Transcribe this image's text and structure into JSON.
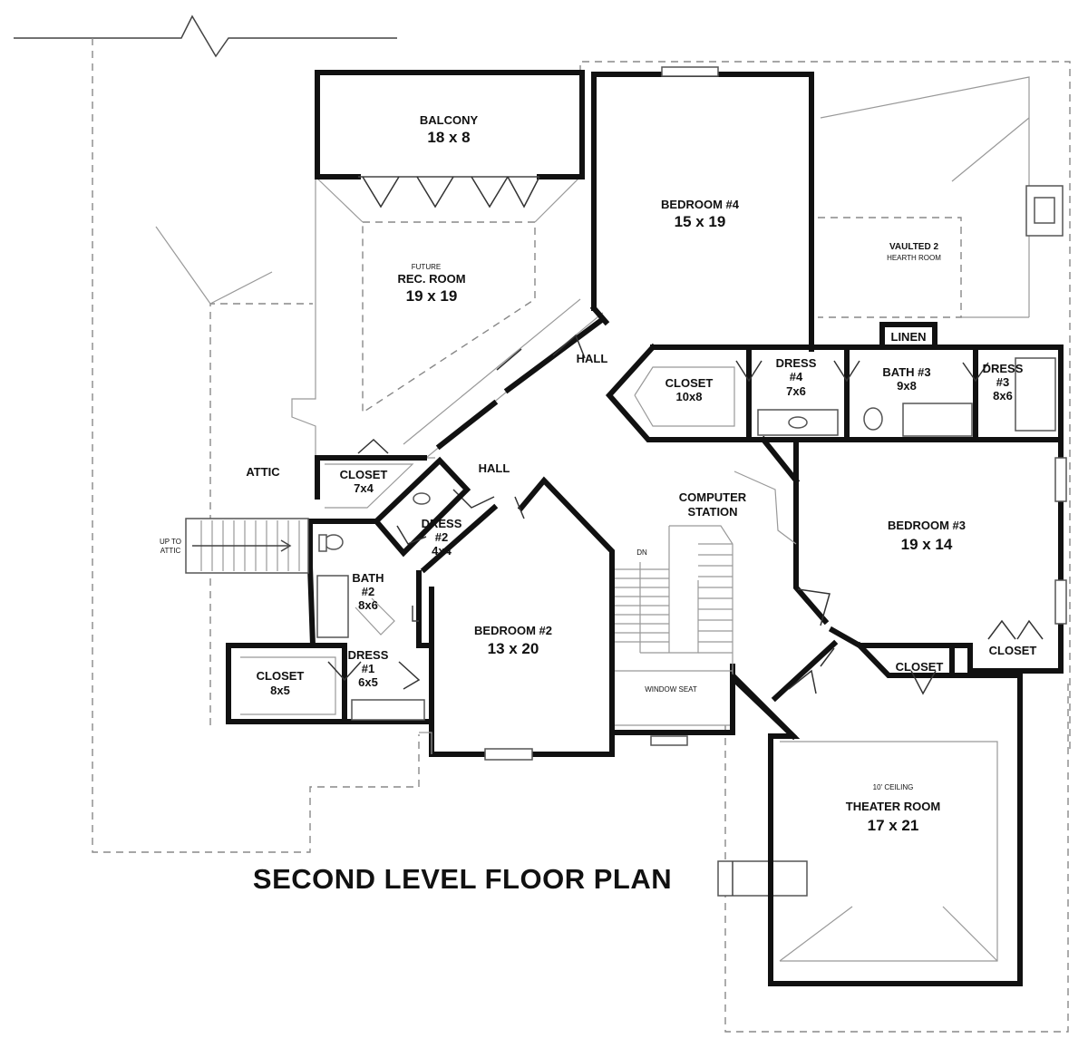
{
  "plan": {
    "title": "SECOND LEVEL FLOOR PLAN",
    "rooms": {
      "balcony": {
        "name": "BALCONY",
        "size": "18 x 8"
      },
      "bedroom4": {
        "name": "BEDROOM #4",
        "size": "15 x 19"
      },
      "rec_room": {
        "note": "FUTURE",
        "name": "REC. ROOM",
        "size": "19 x 19"
      },
      "vaulted": {
        "name": "VAULTED 2",
        "note": "HEARTH ROOM"
      },
      "hall_upper": {
        "name": "HALL"
      },
      "hall_lower": {
        "name": "HALL"
      },
      "closet_10": {
        "name": "CLOSET",
        "size": "10x8"
      },
      "dress4": {
        "name": "DRESS",
        "num": "#4",
        "size": "7x6"
      },
      "linen": {
        "name": "LINEN"
      },
      "bath3": {
        "name": "BATH #3",
        "size": "9x8"
      },
      "dress3": {
        "name": "DRESS",
        "num": "#3",
        "size": "8x6"
      },
      "attic": {
        "name": "ATTIC"
      },
      "closet_7": {
        "name": "CLOSET",
        "size": "7x4"
      },
      "dress2": {
        "name": "DRESS",
        "num": "#2",
        "size": "4x4"
      },
      "computer": {
        "line1": "COMPUTER",
        "line2": "STATION"
      },
      "bedroom3": {
        "name": "BEDROOM #3",
        "size": "19 x 14"
      },
      "up_to_attic": {
        "line1": "UP TO",
        "line2": "ATTIC"
      },
      "bath2": {
        "name": "BATH",
        "num": "#2",
        "size": "8x6"
      },
      "bedroom2": {
        "name": "BEDROOM #2",
        "size": "13 x 20"
      },
      "dress1": {
        "name": "DRESS",
        "num": "#1",
        "size": "6x5"
      },
      "closet_8": {
        "name": "CLOSET",
        "size": "8x5"
      },
      "window_seat": {
        "name": "WINDOW SEAT"
      },
      "dn": {
        "name": "DN"
      },
      "closet_b3": {
        "name": "CLOSET"
      },
      "closet_theater": {
        "name": "CLOSET"
      },
      "theater": {
        "note": "10' CEILING",
        "name": "THEATER ROOM",
        "size": "17 x 21"
      }
    }
  }
}
